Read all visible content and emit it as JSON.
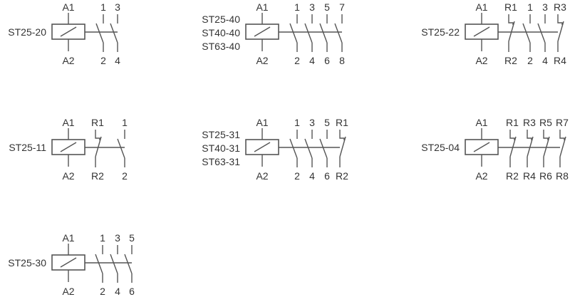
{
  "blocks": [
    {
      "names": [
        "ST25-20"
      ],
      "coil": {
        "top": "A1",
        "bottom": "A2"
      },
      "contacts": [
        {
          "type": "NO",
          "top": "1",
          "bottom": "2"
        },
        {
          "type": "NO",
          "top": "3",
          "bottom": "4"
        }
      ]
    },
    {
      "names": [
        "ST25-40",
        "ST40-40",
        "ST63-40"
      ],
      "coil": {
        "top": "A1",
        "bottom": "A2"
      },
      "contacts": [
        {
          "type": "NO",
          "top": "1",
          "bottom": "2"
        },
        {
          "type": "NO",
          "top": "3",
          "bottom": "4"
        },
        {
          "type": "NO",
          "top": "5",
          "bottom": "6"
        },
        {
          "type": "NO",
          "top": "7",
          "bottom": "8"
        }
      ]
    },
    {
      "names": [
        "ST25-22"
      ],
      "coil": {
        "top": "A1",
        "bottom": "A2"
      },
      "contacts": [
        {
          "type": "NC",
          "top": "R1",
          "bottom": "R2"
        },
        {
          "type": "NO",
          "top": "1",
          "bottom": "2"
        },
        {
          "type": "NO",
          "top": "3",
          "bottom": "4"
        },
        {
          "type": "NC",
          "top": "R3",
          "bottom": "R4"
        }
      ]
    },
    {
      "names": [
        "ST25-11"
      ],
      "coil": {
        "top": "A1",
        "bottom": "A2"
      },
      "contacts": [
        {
          "type": "NC",
          "top": "R1",
          "bottom": "R2"
        },
        {
          "type": "NO",
          "top": "1",
          "bottom": "2"
        }
      ]
    },
    {
      "names": [
        "ST25-31",
        "ST40-31",
        "ST63-31"
      ],
      "coil": {
        "top": "A1",
        "bottom": "A2"
      },
      "contacts": [
        {
          "type": "NO",
          "top": "1",
          "bottom": "2"
        },
        {
          "type": "NO",
          "top": "3",
          "bottom": "4"
        },
        {
          "type": "NO",
          "top": "5",
          "bottom": "6"
        },
        {
          "type": "NC",
          "top": "R1",
          "bottom": "R2"
        }
      ]
    },
    {
      "names": [
        "ST25-04"
      ],
      "coil": {
        "top": "A1",
        "bottom": "A2"
      },
      "contacts": [
        {
          "type": "NC",
          "top": "R1",
          "bottom": "R2"
        },
        {
          "type": "NC",
          "top": "R3",
          "bottom": "R4"
        },
        {
          "type": "NC",
          "top": "R5",
          "bottom": "R6"
        },
        {
          "type": "NC",
          "top": "R7",
          "bottom": "R8"
        }
      ]
    },
    {
      "names": [
        "ST25-30"
      ],
      "coil": {
        "top": "A1",
        "bottom": "A2"
      },
      "contacts": [
        {
          "type": "NO",
          "top": "1",
          "bottom": "2"
        },
        {
          "type": "NO",
          "top": "3",
          "bottom": "4"
        },
        {
          "type": "NO",
          "top": "5",
          "bottom": "6"
        }
      ]
    }
  ]
}
